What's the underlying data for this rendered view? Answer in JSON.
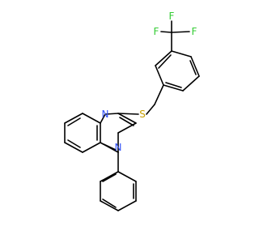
{
  "molecule": {
    "atoms": {
      "n1": {
        "label": "N",
        "color": "#3050F8"
      },
      "n3": {
        "label": "N",
        "color": "#3050F8"
      },
      "s": {
        "label": "S",
        "color": "#C8A000"
      },
      "f1": {
        "label": "F",
        "color": "#33CC33"
      },
      "f2": {
        "label": "F",
        "color": "#33CC33"
      },
      "f3": {
        "label": "F",
        "color": "#33CC33"
      }
    },
    "bond_color": "#000000"
  }
}
